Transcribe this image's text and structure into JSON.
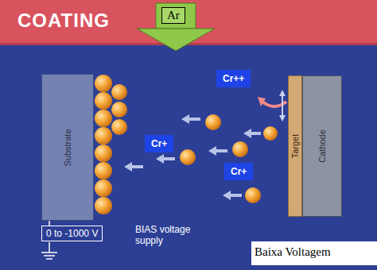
{
  "diagram": {
    "title": "COATING",
    "nodes": [
      {
        "text": [
          "Ar"
        ]
      },
      {
        "text": [
          "Cr++"
        ]
      },
      {
        "text": [
          "Substrate"
        ]
      },
      {
        "text": [
          "Cr+"
        ]
      },
      {
        "text": [
          "Cr+"
        ]
      },
      {
        "text": [
          "Target"
        ]
      },
      {
        "text": [
          "Cathode"
        ]
      },
      {
        "text": [
          "0 to -1000 V"
        ]
      }
    ],
    "labels": [
      "BIAS voltage supply",
      "Baixa Voltagem"
    ]
  }
}
